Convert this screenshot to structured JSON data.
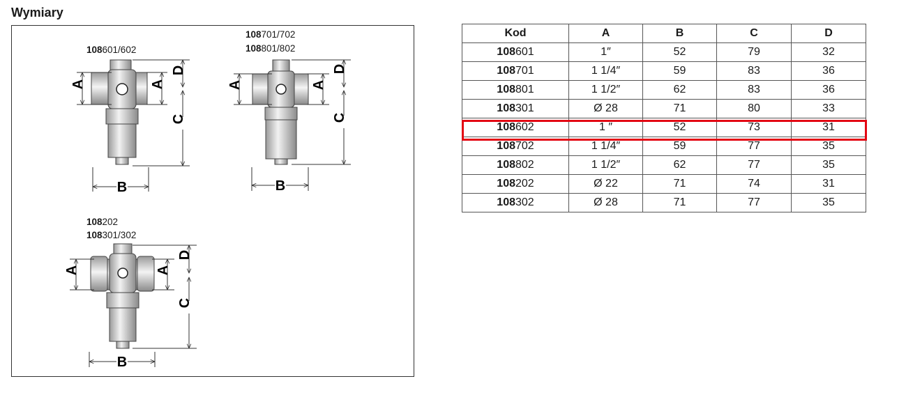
{
  "section_title": "Wymiary",
  "drawings": {
    "d1": {
      "code_bold": "108",
      "code_rest": "601/602"
    },
    "d2": {
      "lines": [
        {
          "code_bold": "108",
          "code_rest": "701/702"
        },
        {
          "code_bold": "108",
          "code_rest": "801/802"
        }
      ]
    },
    "d3": {
      "lines": [
        {
          "code_bold": "108",
          "code_rest": "202"
        },
        {
          "code_bold": "108",
          "code_rest": "301/302"
        }
      ]
    },
    "dim_labels": {
      "A": "A",
      "B": "B",
      "C": "C",
      "D": "D"
    }
  },
  "table": {
    "headers": [
      "Kod",
      "A",
      "B",
      "C",
      "D"
    ],
    "rows": [
      {
        "kod_bold": "108",
        "kod_rest": "601",
        "A": "1″",
        "B": "52",
        "C": "79",
        "D": "32"
      },
      {
        "kod_bold": "108",
        "kod_rest": "701",
        "A": "1 1/4″",
        "B": "59",
        "C": "83",
        "D": "36"
      },
      {
        "kod_bold": "108",
        "kod_rest": "801",
        "A": "1 1/2″",
        "B": "62",
        "C": "83",
        "D": "36"
      },
      {
        "kod_bold": "108",
        "kod_rest": "301",
        "A": "Ø 28",
        "B": "71",
        "C": "80",
        "D": "33"
      },
      {
        "kod_bold": "108",
        "kod_rest": "602",
        "A": "1 ″",
        "B": "52",
        "C": "73",
        "D": "31"
      },
      {
        "kod_bold": "108",
        "kod_rest": "702",
        "A": "1 1/4″",
        "B": "59",
        "C": "77",
        "D": "35"
      },
      {
        "kod_bold": "108",
        "kod_rest": "802",
        "A": "1 1/2″",
        "B": "62",
        "C": "77",
        "D": "35"
      },
      {
        "kod_bold": "108",
        "kod_rest": "202",
        "A": "Ø 22",
        "B": "71",
        "C": "74",
        "D": "31"
      },
      {
        "kod_bold": "108",
        "kod_rest": "302",
        "A": "Ø 28",
        "B": "71",
        "C": "77",
        "D": "35"
      }
    ],
    "highlighted_row_index": 4
  },
  "colors": {
    "highlight": "#e30613"
  }
}
